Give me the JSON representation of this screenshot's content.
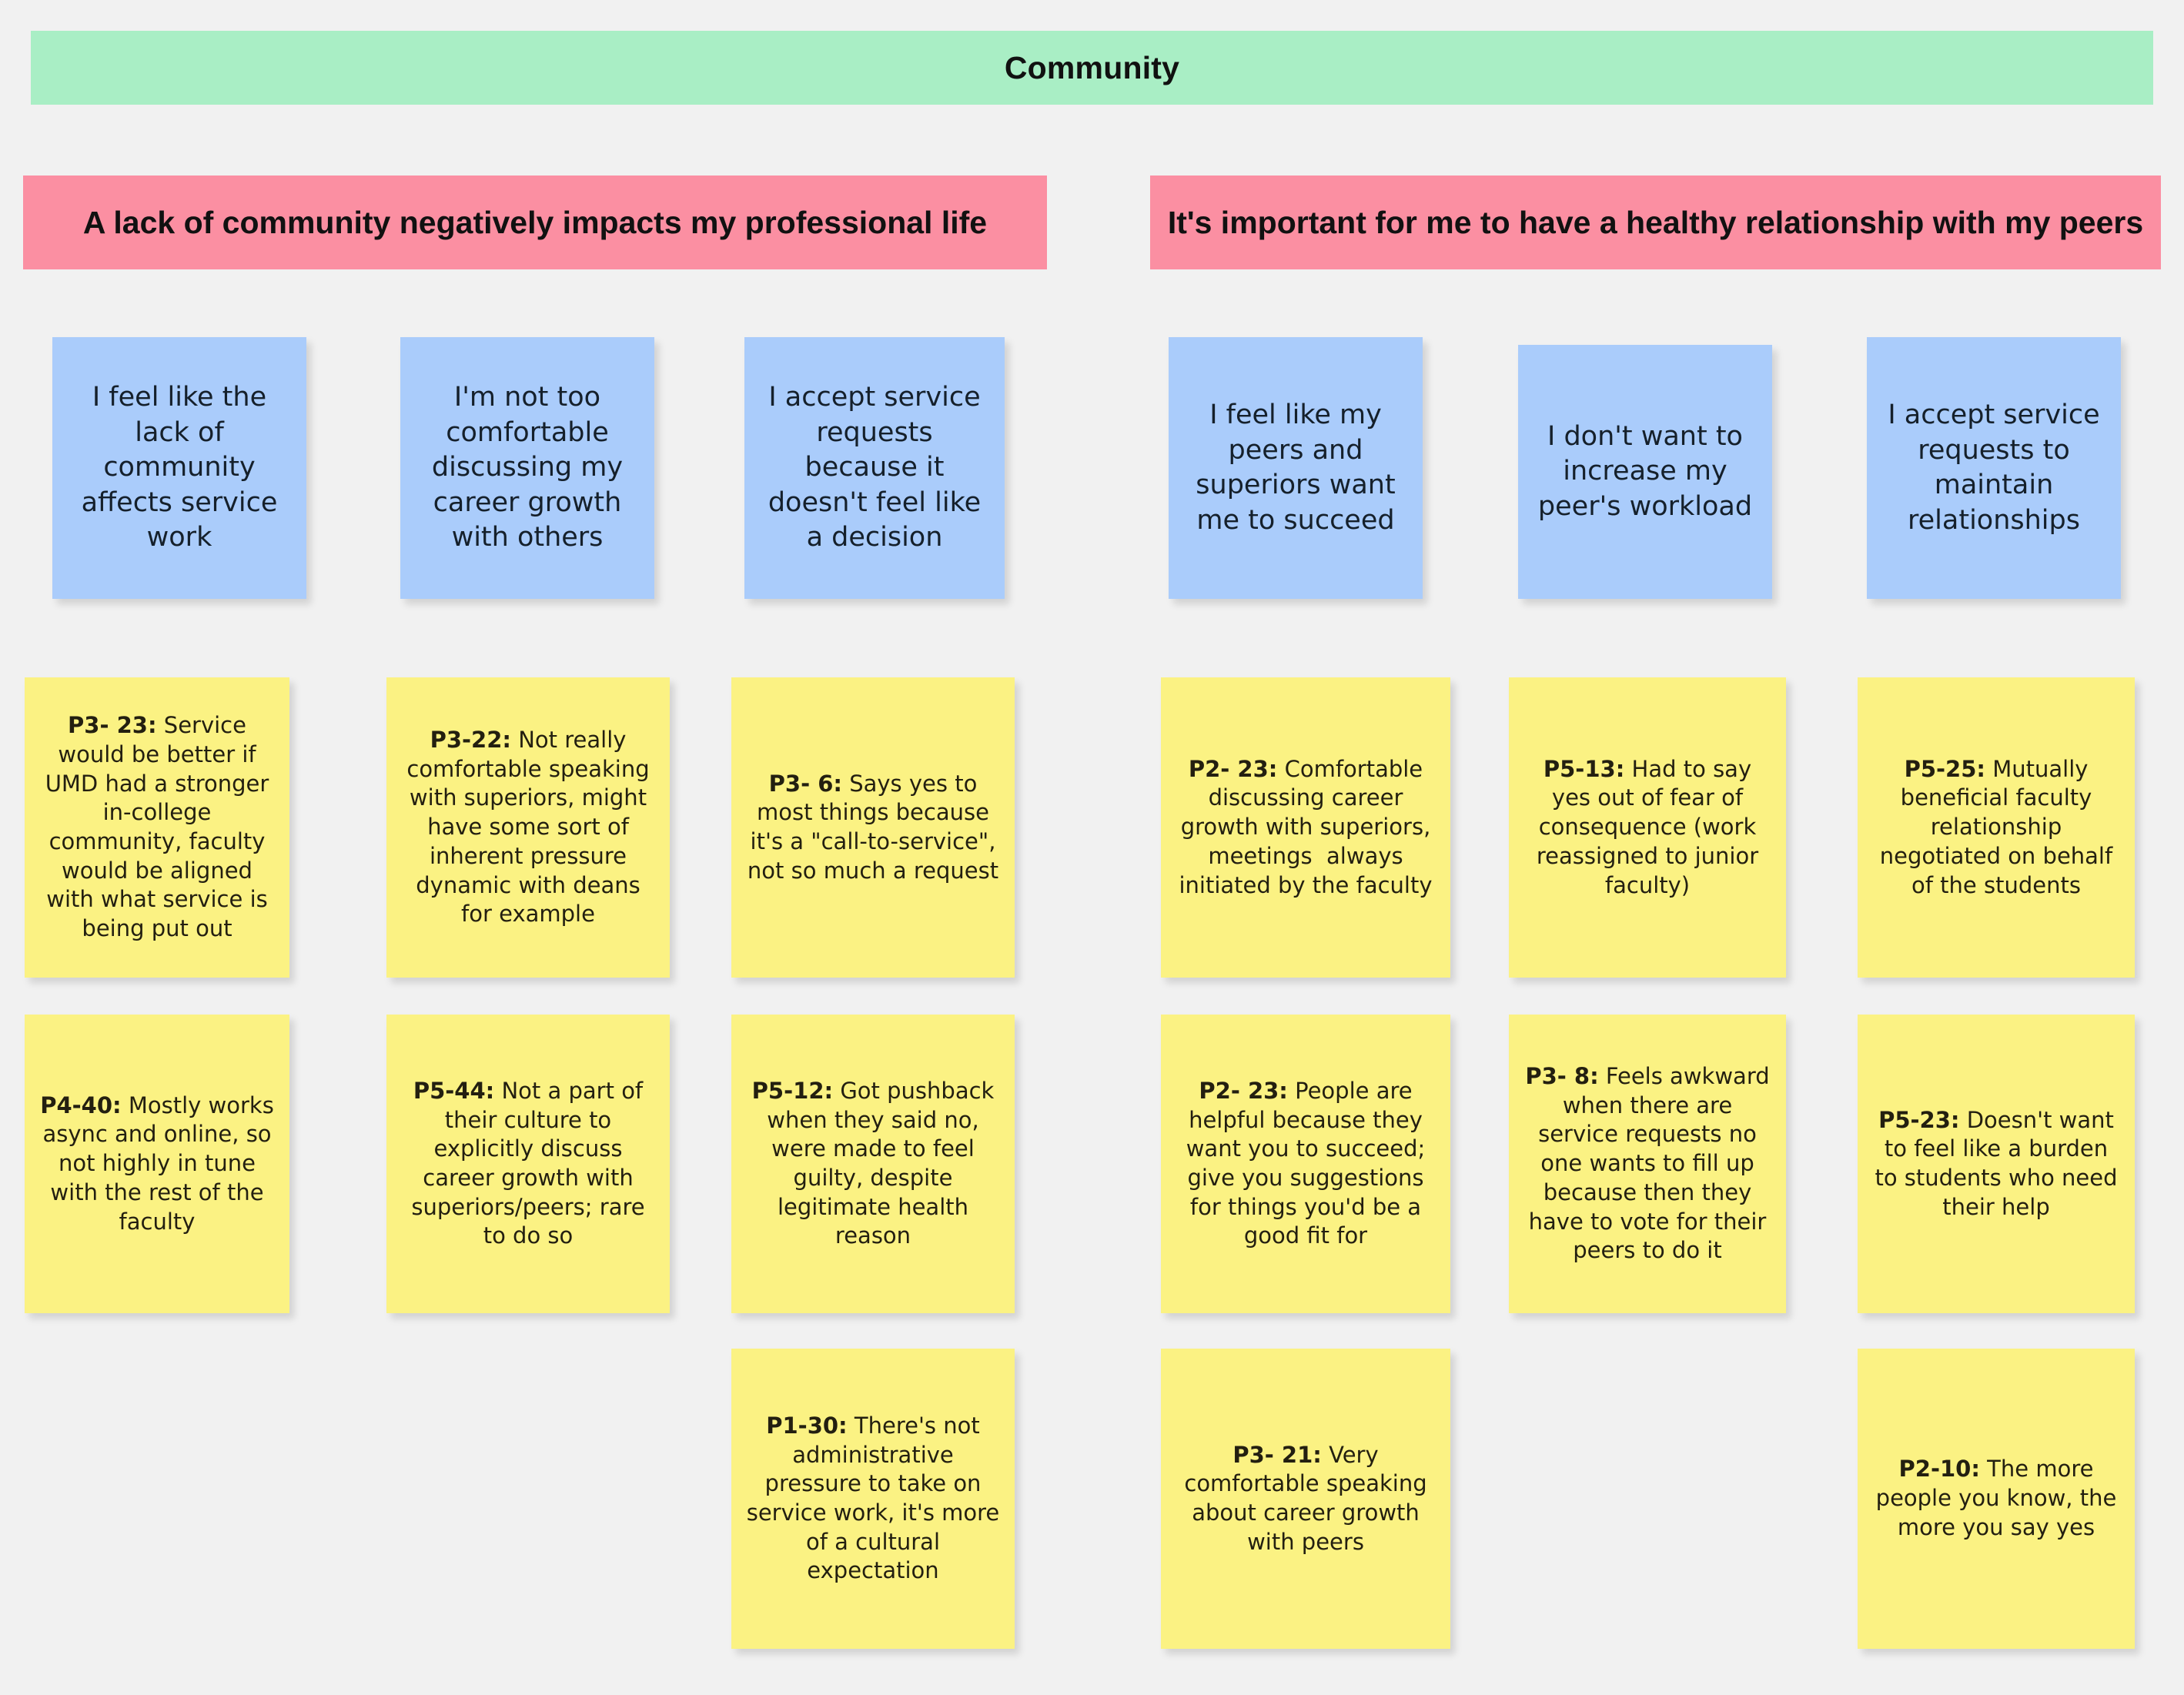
{
  "board": {
    "theme": "Community",
    "colors": {
      "background": "#f1f1f1",
      "theme_banner": "#a9eec5",
      "group_header": "#fb8fa2",
      "insight_note": "#aaccfb",
      "quote_note": "#fbf283"
    }
  },
  "groups": [
    {
      "title": "A lack of community negatively impacts my professional life"
    },
    {
      "title": "It's important for me to have a healthy relationship with my peers"
    }
  ],
  "columns": [
    {
      "insight": "I feel like the lack of community affects service work",
      "quotes": [
        {
          "speaker": "P3- 23:",
          "text": " Service would be better if UMD had a stronger in-college community, faculty would be aligned with what service is being put out"
        },
        {
          "speaker": "P4-40:",
          "text": " Mostly works async and online, so not highly in tune with the rest of the faculty"
        }
      ]
    },
    {
      "insight": "I'm not too comfortable discussing my career growth with others",
      "quotes": [
        {
          "speaker": "P3-22:",
          "text": " Not really comfortable speaking with superiors, might have some sort of inherent pressure dynamic with deans for example"
        },
        {
          "speaker": "P5-44:",
          "text": " Not a part of their culture to explicitly discuss career growth with superiors/peers; rare to do so"
        }
      ]
    },
    {
      "insight": "I accept service requests because it doesn't feel like a decision",
      "quotes": [
        {
          "speaker": "P3- 6:",
          "text": " Says yes to most things because it's a \"call-to-service\", not so much a request"
        },
        {
          "speaker": "P5-12:",
          "text": " Got pushback when they said no, were made to feel guilty, despite legitimate health reason"
        },
        {
          "speaker": "P1-30:",
          "text": " There's not administrative pressure to take on service work, it's more of a cultural expectation"
        }
      ]
    },
    {
      "insight": "I feel like my peers and superiors want me to succeed",
      "quotes": [
        {
          "speaker": "P2- 23:",
          "text": " Comfortable discussing career growth with superiors, meetings  always initiated by the faculty"
        },
        {
          "speaker": "P2- 23:",
          "text": " People are helpful because they want you to succeed; give you suggestions for things you'd be a good fit for"
        },
        {
          "speaker": "P3- 21:",
          "text": " Very comfortable speaking about career growth with peers"
        }
      ]
    },
    {
      "insight": "I don't want to increase my peer's workload",
      "quotes": [
        {
          "speaker": "P5-13:",
          "text": " Had to say yes out of fear of consequence (work reassigned to junior faculty)"
        },
        {
          "speaker": "P3- 8:",
          "text": " Feels awkward when there are service requests no one wants to fill up because then they have to vote for their peers to do it"
        }
      ]
    },
    {
      "insight": "I accept service requests to maintain relationships",
      "quotes": [
        {
          "speaker": "P5-25:",
          "text": " Mutually beneficial faculty relationship negotiated on behalf of the students"
        },
        {
          "speaker": "P5-23:",
          "text": " Doesn't want to feel like a burden to students who need their help"
        },
        {
          "speaker": "P2-10:",
          "text": " The more people you know, the more you say yes"
        }
      ]
    }
  ]
}
